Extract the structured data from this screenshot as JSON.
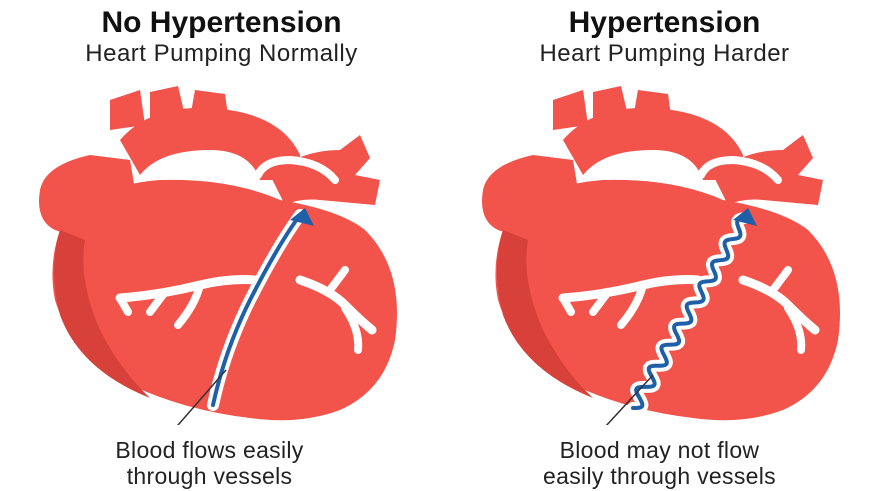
{
  "panels": [
    {
      "title": "No Hypertension",
      "subtitle": "Heart Pumping Normally",
      "caption_line1": "Blood flows easily",
      "caption_line2": "through vessels",
      "vessel": "straight"
    },
    {
      "title": "Hypertension",
      "subtitle": "Heart Pumping Harder",
      "caption_line1": "Blood may not flow",
      "caption_line2": "easily through vessels",
      "vessel": "wavy"
    }
  ],
  "colors": {
    "heart_main": "#f2534b",
    "heart_shadow": "#d8403a",
    "vessel_white": "#ffffff",
    "blood_flow": "#1f5fa8",
    "leader_line": "#333333"
  }
}
